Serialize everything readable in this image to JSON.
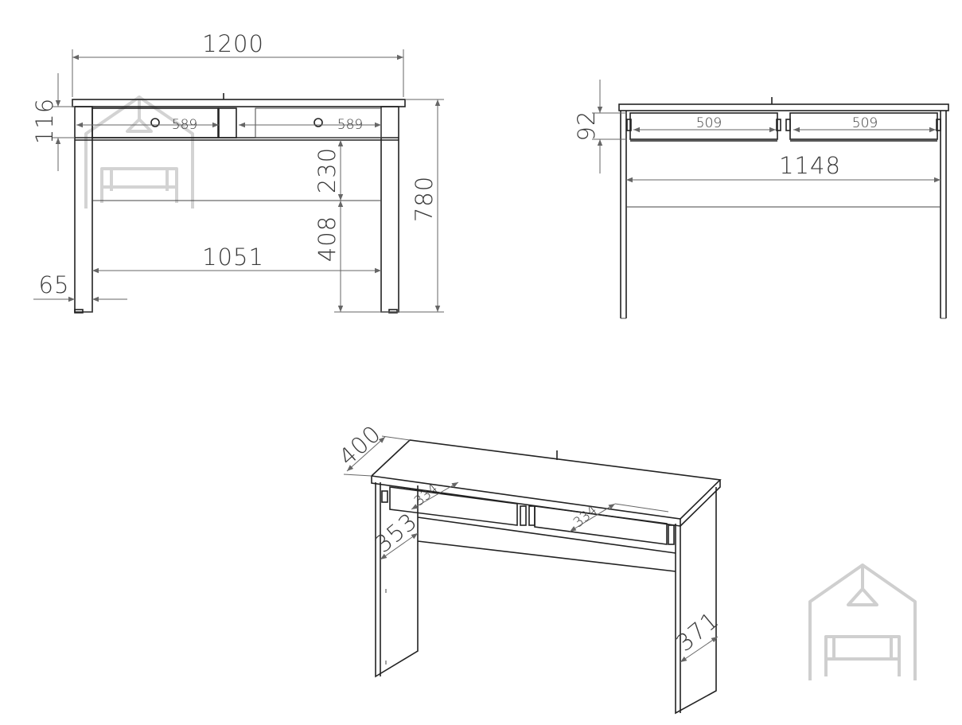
{
  "front_view": {
    "width": "1200",
    "top_height": "116",
    "drawer_left": "589",
    "drawer_right": "589",
    "drawer_depth": "230",
    "rail_height": "408",
    "total_height": "780",
    "inner_width": "1051",
    "leg_width": "65"
  },
  "back_view": {
    "drawer_height": "92",
    "drawer_left": "509",
    "drawer_right": "509",
    "inner_width": "1148"
  },
  "iso_view": {
    "depth": "400",
    "drawer_depth_left": "334",
    "drawer_depth_right": "334",
    "side_depth": "353",
    "leg_depth": "371"
  },
  "logo_icon": "house-sofa-logo-icon",
  "colors": {
    "line": "#222222",
    "dimension": "#666666",
    "logo": "#cfcfcf"
  }
}
